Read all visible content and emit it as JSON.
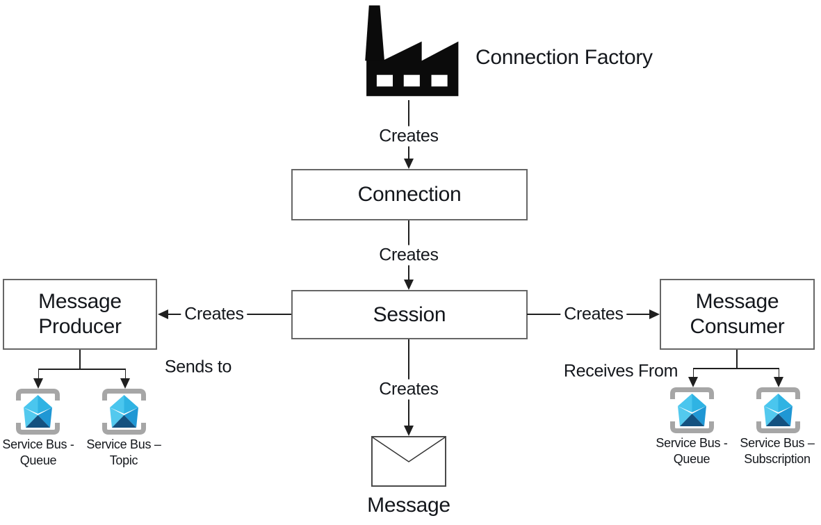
{
  "diagram": {
    "title_label": "Connection Factory",
    "boxes": {
      "connection": "Connection",
      "session": "Session",
      "producer": [
        "Message",
        "Producer"
      ],
      "consumer": [
        "Message",
        "Consumer"
      ]
    },
    "edge_labels": {
      "factory_to_connection": "Creates",
      "connection_to_session": "Creates",
      "session_to_producer": "Creates",
      "session_to_consumer": "Creates",
      "session_to_message": "Creates"
    },
    "annotations": {
      "sends_to": "Sends to",
      "receives_from": "Receives From"
    },
    "message_label": "Message",
    "service_bus_targets": {
      "producer_queue": [
        "Service Bus -",
        "Queue"
      ],
      "producer_topic": [
        "Service Bus –",
        "Topic"
      ],
      "consumer_queue": [
        "Service Bus -",
        "Queue"
      ],
      "consumer_subscription": [
        "Service Bus –",
        "Subscription"
      ]
    },
    "icons": {
      "factory": "factory-icon",
      "message": "envelope-icon",
      "service_bus": "azure-service-bus-icon"
    },
    "colors": {
      "line": "#1f1f1f",
      "box_border": "#666666",
      "text": "#14171c",
      "bracket": "#a6a6a6",
      "sb_flap_left": "#4ac6ee",
      "sb_flap_right": "#2fb3e3",
      "sb_body_left": "#53c9ee",
      "sb_body_right": "#1f97d4",
      "sb_bottom": "#14517f",
      "factory": "#0b0b0b"
    }
  }
}
